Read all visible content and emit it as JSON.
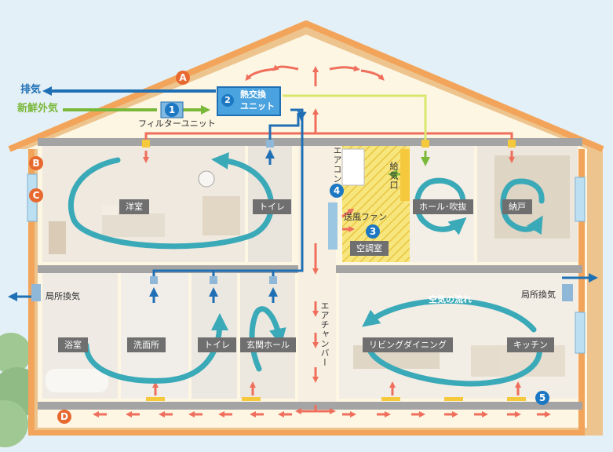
{
  "side_labels": {
    "exhaust": "排気",
    "fresh_air": "新鮮外気"
  },
  "unit": {
    "heat_exchanger_line1": "熱交換",
    "heat_exchanger_line2": "ユニット",
    "filter": "フィルターユニット"
  },
  "badges": {
    "n1": "1",
    "n2": "2",
    "n3": "3",
    "n4": "4",
    "n5": "5",
    "a": "A",
    "b": "B",
    "c": "C",
    "d": "D"
  },
  "rooms": {
    "western": "洋室",
    "toilet_upper": "トイレ",
    "hall": "ホール･吹抜",
    "closet": "納戸",
    "air_room": "空調室",
    "bath": "浴室",
    "washroom": "洗面所",
    "toilet_lower": "トイレ",
    "entrance": "玄関ホール",
    "living": "リビングダイニング",
    "kitchen": "キッチン"
  },
  "texts": {
    "aircon": "エアコン",
    "supply_port": "給気口",
    "fan": "送風ファン",
    "chamber": "エアチャンバー",
    "local_vent_left": "局所換気",
    "local_vent_right": "局所換気",
    "airflow": "空気の流れ"
  },
  "colors": {
    "exhaust_blue": "#1f6fb5",
    "fresh_green": "#7ab83a",
    "warm_red": "#ef6f5c",
    "swirl_teal": "#3aa9b8",
    "frame_orange": "#f2a55a",
    "badge_blue": "#1c78c2",
    "badge_orange": "#e8692f"
  }
}
